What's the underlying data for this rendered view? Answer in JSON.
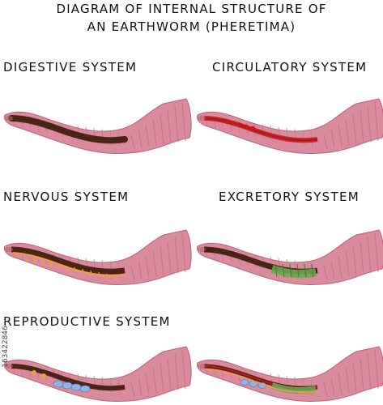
{
  "title": {
    "line1": "DIAGRAM OF INTERNAL STRUCTURE OF",
    "line2": "AN EARTHWORM (PHERETIMA)"
  },
  "panels": [
    {
      "label": "DIGESTIVE SYSTEM",
      "system": "digestive"
    },
    {
      "label": "CIRCULATORY SYSTEM",
      "system": "circulatory"
    },
    {
      "label": "NERVOUS SYSTEM",
      "system": "nervous"
    },
    {
      "label": "EXCRETORY SYSTEM",
      "system": "excretory"
    },
    {
      "label": "REPRODUCTIVE SYSTEM",
      "system": "reproductive"
    },
    {
      "label": "",
      "system": "combined"
    }
  ],
  "watermark": {
    "id": "163422846"
  },
  "colors": {
    "body": "#d98a9c",
    "body_dark": "#b8667a",
    "segment": "#c5788b",
    "gut": "#4a2414",
    "vessel": "#c41a1a",
    "nerve": "#e8a040",
    "nephridia": "#6aa84f",
    "reproductive": "#8fb3e8"
  }
}
